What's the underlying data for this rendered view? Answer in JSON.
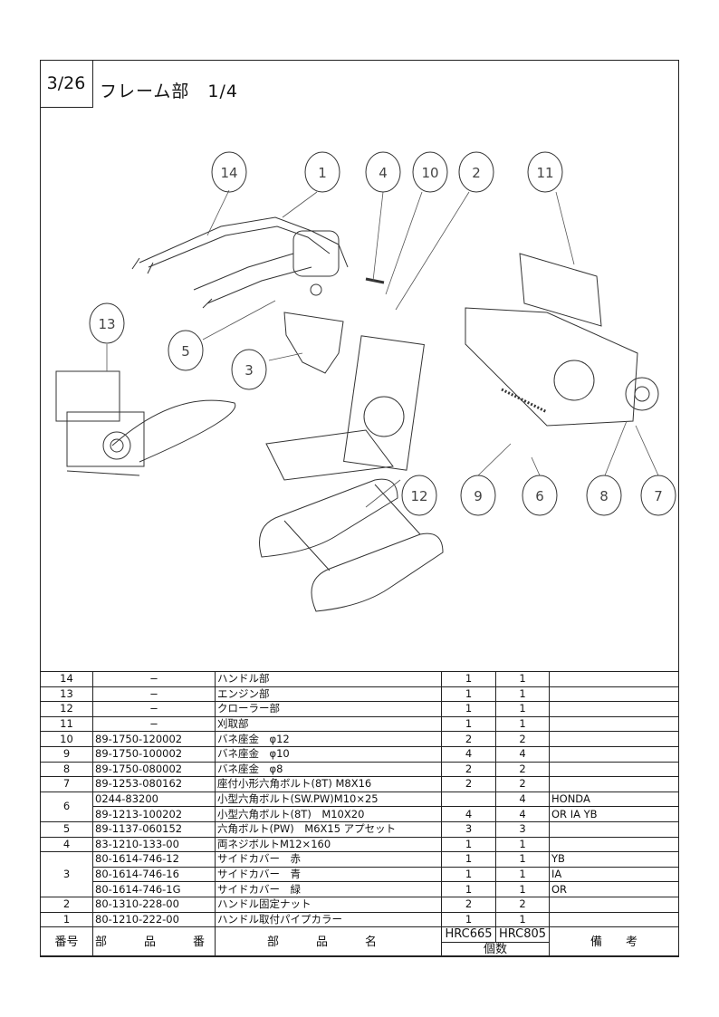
{
  "page": {
    "number": "3/26",
    "title": "フレーム部　1/4"
  },
  "callouts": [
    "14",
    "1",
    "4",
    "10",
    "2",
    "11",
    "13",
    "5",
    "3",
    "12",
    "9",
    "6",
    "8",
    "7"
  ],
  "table": {
    "headers": {
      "no": "番号",
      "part_no": "部　品　番　号",
      "part_name": "部　品　名",
      "model1": "HRC665",
      "model2": "HRC805",
      "qty": "個数",
      "remarks": "備　　考"
    },
    "rows": [
      {
        "no": "14",
        "part_no": "−",
        "name": "ハンドル部",
        "q1": "1",
        "q2": "1",
        "remarks": ""
      },
      {
        "no": "13",
        "part_no": "−",
        "name": "エンジン部",
        "q1": "1",
        "q2": "1",
        "remarks": ""
      },
      {
        "no": "12",
        "part_no": "−",
        "name": "クローラー部",
        "q1": "1",
        "q2": "1",
        "remarks": ""
      },
      {
        "no": "11",
        "part_no": "−",
        "name": "刈取部",
        "q1": "1",
        "q2": "1",
        "remarks": ""
      },
      {
        "no": "10",
        "part_no": "89-1750-120002",
        "name": "バネ座金　φ12",
        "q1": "2",
        "q2": "2",
        "remarks": ""
      },
      {
        "no": "9",
        "part_no": "89-1750-100002",
        "name": "バネ座金　φ10",
        "q1": "4",
        "q2": "4",
        "remarks": ""
      },
      {
        "no": "8",
        "part_no": "89-1750-080002",
        "name": "バネ座金　φ8",
        "q1": "2",
        "q2": "2",
        "remarks": ""
      },
      {
        "no": "7",
        "part_no": "89-1253-080162",
        "name": "座付小形六角ボルト(8T) M8X16",
        "q1": "2",
        "q2": "2",
        "remarks": ""
      },
      {
        "no": "6",
        "part_no": "0244-83200",
        "name": "小型六角ボルト(SW.PW)M10×25",
        "q1": "",
        "q2": "4",
        "remarks": "HONDA"
      },
      {
        "no": "",
        "part_no": "89-1213-100202",
        "name": "小型六角ボルト(8T)　M10X20",
        "q1": "4",
        "q2": "4",
        "remarks": "OR  IA  YB"
      },
      {
        "no": "5",
        "part_no": "89-1137-060152",
        "name": "六角ボルト(PW)　M6X15 アプセット",
        "q1": "3",
        "q2": "3",
        "remarks": ""
      },
      {
        "no": "4",
        "part_no": "83-1210-133-00",
        "name": "両ネジボルトM12×160",
        "q1": "1",
        "q2": "1",
        "remarks": ""
      },
      {
        "no": "3",
        "part_no": "80-1614-746-12",
        "name": "サイドカバー　赤",
        "q1": "1",
        "q2": "1",
        "remarks": "YB"
      },
      {
        "no": "",
        "part_no": "80-1614-746-16",
        "name": "サイドカバー　青",
        "q1": "1",
        "q2": "1",
        "remarks": "IA"
      },
      {
        "no": "",
        "part_no": "80-1614-746-1G",
        "name": "サイドカバー　緑",
        "q1": "1",
        "q2": "1",
        "remarks": "OR"
      },
      {
        "no": "2",
        "part_no": "80-1310-228-00",
        "name": "ハンドル固定ナット",
        "q1": "2",
        "q2": "2",
        "remarks": ""
      },
      {
        "no": "1",
        "part_no": "80-1210-222-00",
        "name": "ハンドル取付パイプカラー",
        "q1": "1",
        "q2": "1",
        "remarks": ""
      }
    ]
  }
}
